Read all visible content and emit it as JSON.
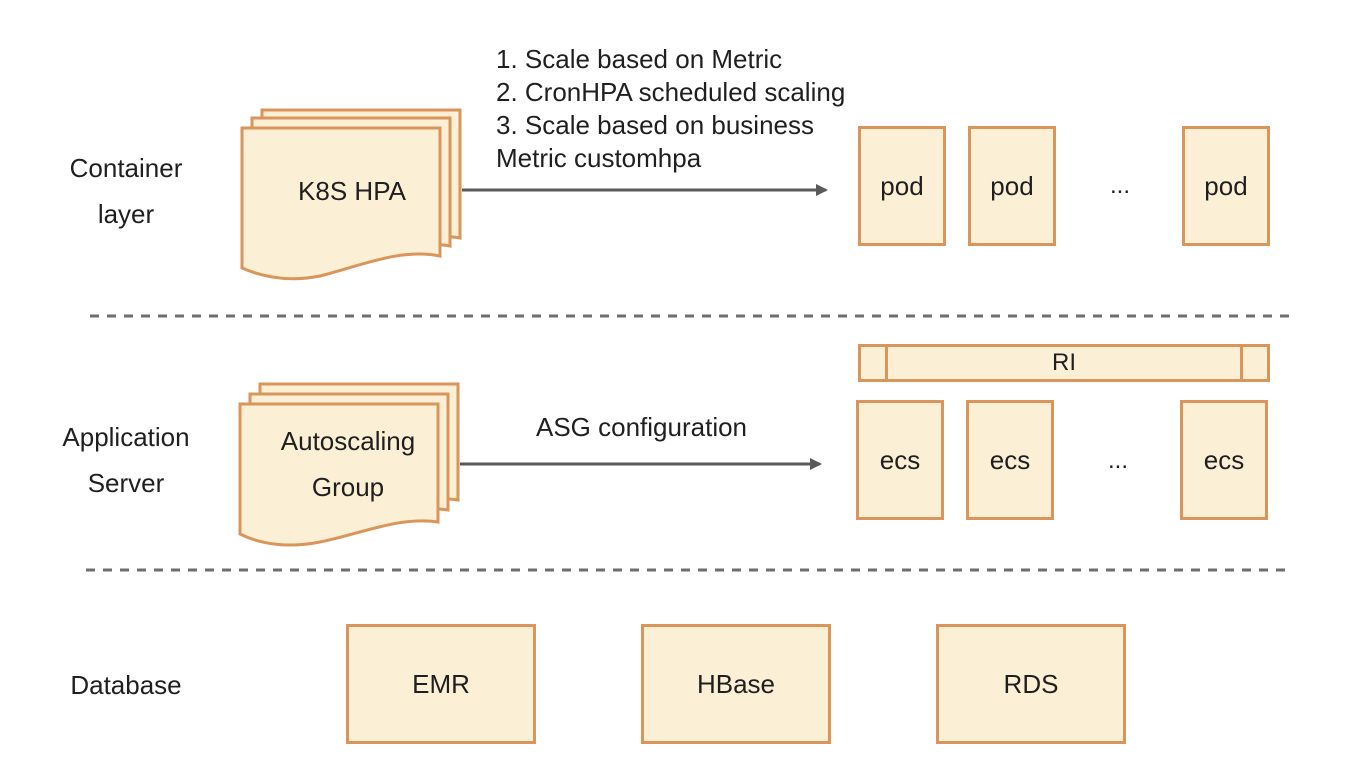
{
  "colors": {
    "box_fill": "#fbf0d6",
    "box_stroke": "#d9955a",
    "arrow": "#5a5a5a",
    "divider": "#6e6e6e",
    "text": "#1f1f1f"
  },
  "layers": {
    "container": {
      "label_lines": [
        "Container",
        "layer"
      ],
      "source": "K8S HPA",
      "arrow_lines": [
        "1. Scale based on Metric",
        "2. CronHPA scheduled scaling",
        "3. Scale based on business",
        "Metric customhpa"
      ],
      "targets": [
        "pod",
        "pod",
        "...",
        "pod"
      ]
    },
    "application": {
      "label_lines": [
        "Application",
        "Server"
      ],
      "source_lines": [
        "Autoscaling",
        "Group"
      ],
      "arrow_label": "ASG configuration",
      "ri_label": "RI",
      "targets": [
        "ecs",
        "ecs",
        "...",
        "ecs"
      ]
    },
    "database": {
      "label": "Database",
      "items": [
        "EMR",
        "HBase",
        "RDS"
      ]
    }
  }
}
